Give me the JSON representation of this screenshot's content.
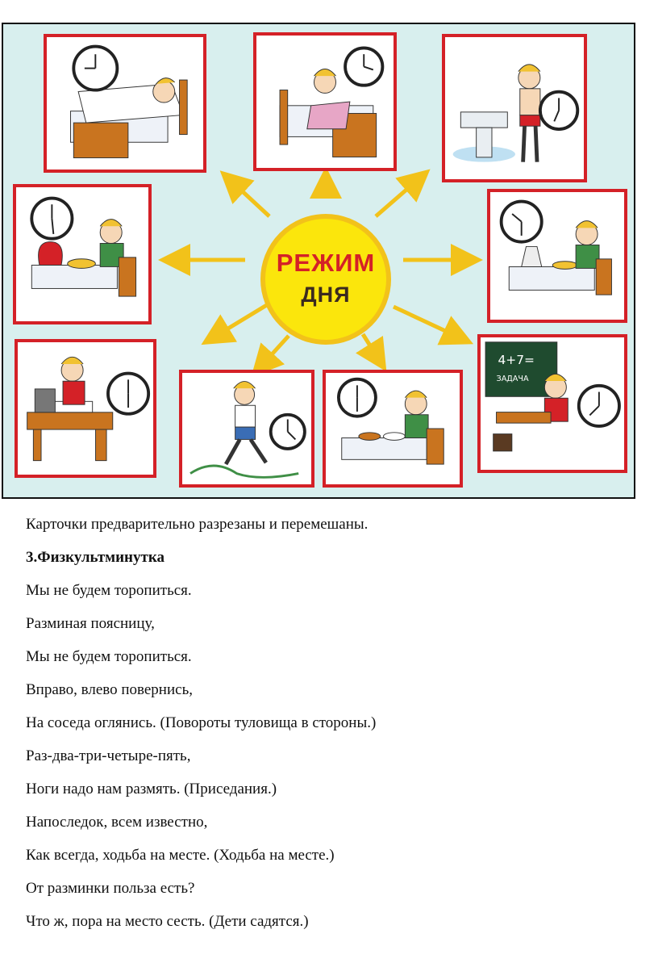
{
  "figure": {
    "title_line1": "РЕЖИМ",
    "title_line2": "ДНЯ",
    "colors": {
      "frame": "#d42127",
      "background": "#d8efee",
      "sun": "#fbe60c",
      "sun_ring": "#f2c21a",
      "arrow": "#f2c21a"
    },
    "cards": [
      {
        "name": "card-sleeping-icon",
        "icon": "sleeping-icon"
      },
      {
        "name": "card-waking-icon",
        "icon": "waking-icon"
      },
      {
        "name": "card-washing-icon",
        "icon": "washing-icon"
      },
      {
        "name": "card-breakfast-icon",
        "icon": "breakfast-icon"
      },
      {
        "name": "card-lunch-icon",
        "icon": "lunch-icon"
      },
      {
        "name": "card-homework-icon",
        "icon": "homework-icon"
      },
      {
        "name": "card-walking-icon",
        "icon": "walking-icon"
      },
      {
        "name": "card-dinner-icon",
        "icon": "dinner-icon"
      },
      {
        "name": "card-school-icon",
        "icon": "school-icon"
      }
    ],
    "blackboard_text": "4+7=",
    "blackboard_word": "ЗАДАЧА"
  },
  "text": {
    "intro": "Карточки предварительно разрезаны и перемешаны.",
    "heading": "3.Физкультминутка",
    "lines": [
      "Мы не будем торопиться.",
      "Разминая поясницу,",
      "Мы не будем торопиться.",
      "Вправо, влево повернись,",
      "На соседа оглянись. (Повороты туловища в стороны.)",
      "Раз-два-три-четыре-пять,",
      "Ноги надо нам размять. (Приседания.)",
      "Напоследок, всем известно,",
      "Как всегда, ходьба на месте. (Ходьба на месте.)",
      "От разминки польза есть?",
      "Что ж, пора на место сесть. (Дети садятся.)"
    ]
  }
}
